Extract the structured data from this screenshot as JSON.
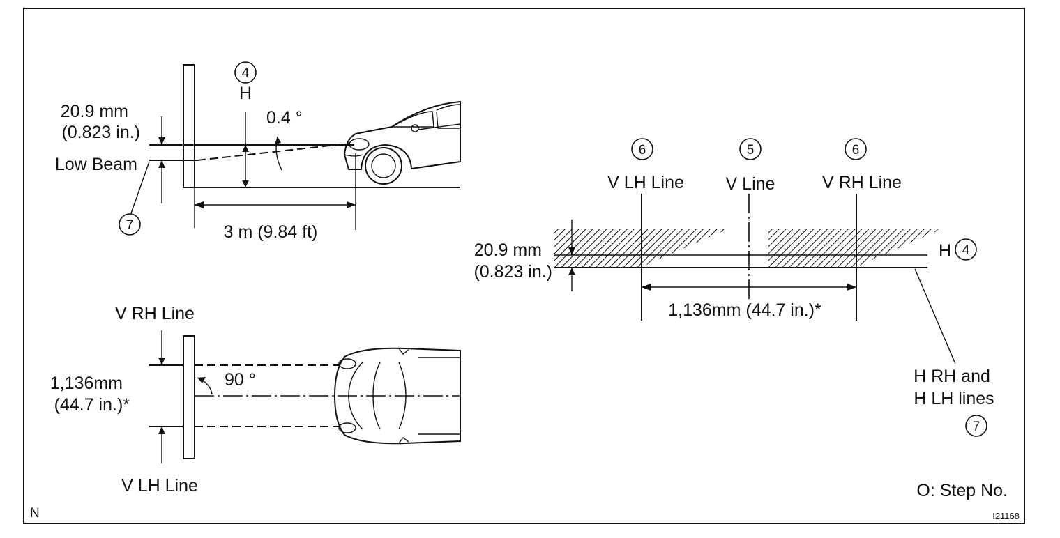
{
  "side_view": {
    "step_h": "4",
    "h_label": "H",
    "angle_label": "0.4 °",
    "offset_mm": "20.9 mm",
    "offset_in": "(0.823 in.)",
    "low_beam": "Low Beam",
    "step_low": "7",
    "distance": "3 m (9.84 ft)"
  },
  "top_view": {
    "v_rh": "V RH Line",
    "v_lh": "V LH Line",
    "width_mm": "1,136mm",
    "width_in": "(44.7 in.)*",
    "angle": "90 °"
  },
  "screen_view": {
    "step_v_lh": "6",
    "v_lh": "V LH Line",
    "step_v": "5",
    "v_line": "V Line",
    "step_v_rh": "6",
    "v_rh": "V RH Line",
    "offset_mm": "20.9 mm",
    "offset_in": "(0.823 in.)",
    "h_label": "H",
    "step_h": "4",
    "width": "1,136mm (44.7 in.)*",
    "h_lines_1": "H RH and",
    "h_lines_2": "H LH lines",
    "step_h_lines": "7"
  },
  "footer": {
    "legend": "O: Step No.",
    "corner_letter": "N",
    "figure_id": "I21168"
  }
}
